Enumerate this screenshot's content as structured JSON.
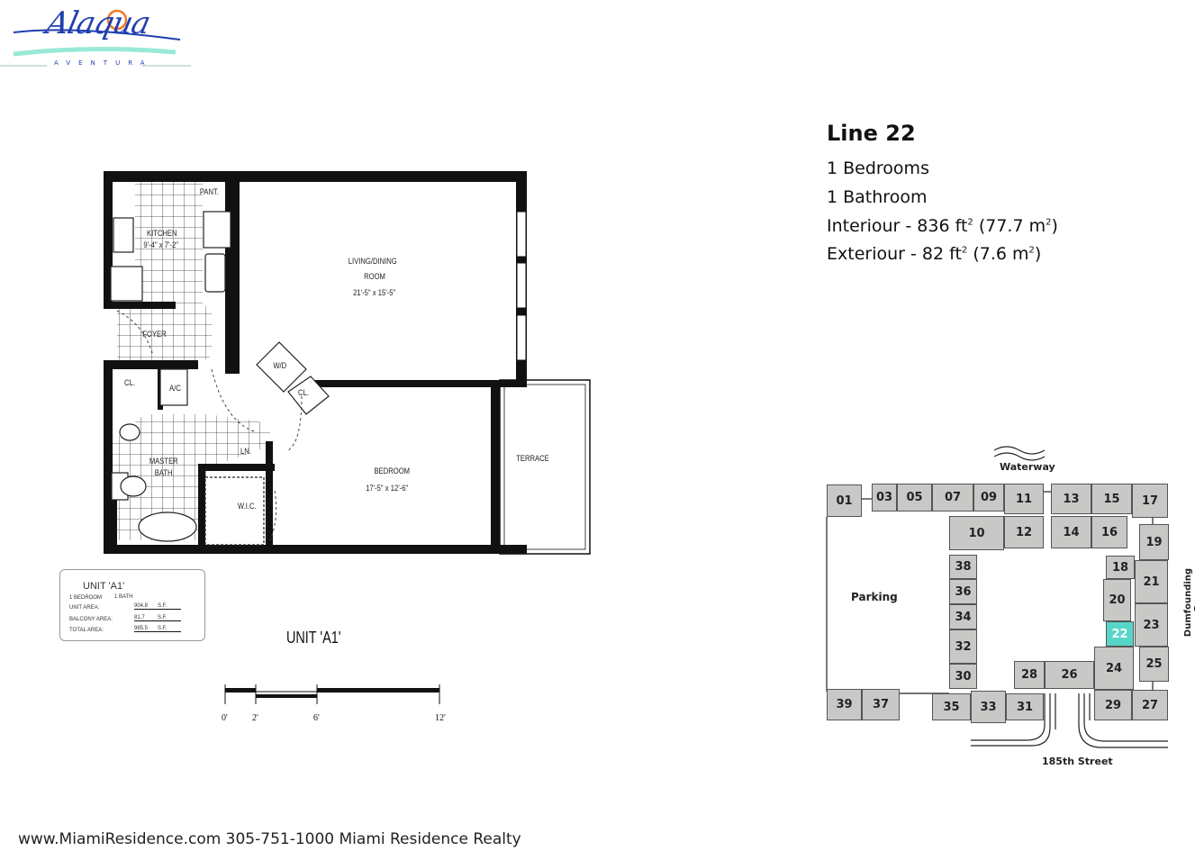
{
  "logo": {
    "name": "Alaqua",
    "subtitle": "AVENTURA"
  },
  "info": {
    "title": "Line 22",
    "bedrooms": "1 Bedrooms",
    "bathrooms": "1 Bathroom",
    "interior_prefix": "Interiour - 836 ft",
    "interior_suffix": " (77.7 m",
    "exterior_prefix": "Exteriour - 82 ft",
    "exterior_suffix": " (7.6 m",
    "sup": "2",
    "close": ")"
  },
  "floorplan": {
    "rooms": {
      "pantry": "PANT.",
      "kitchen": "KITCHEN",
      "kitchen_dim": "9'-4\" x 7'-2\"",
      "living": "LIVING/DINING",
      "living2": "ROOM",
      "living_dim": "21'-5\" x 15'-5\"",
      "foyer": "FOYER",
      "closet1": "CL.",
      "ac": "A/C",
      "wd": "W/D",
      "closet2": "CL.",
      "linen": "LN.",
      "bath": "MASTER",
      "bath2": "BATH",
      "wic": "W.I.C.",
      "bedroom": "BEDROOM",
      "bedroom_dim": "17'-5\" x 12'-6\"",
      "terrace": "TERRACE"
    },
    "unit_table": {
      "title": "UNIT 'A1'",
      "bedroom": "1 BEDROOM",
      "bath": "1 BATH",
      "rows": [
        {
          "label": "UNIT AREA:",
          "value": "904.8",
          "unit": "S.F."
        },
        {
          "label": "BALCONY AREA:",
          "value": "81.7",
          "unit": "S.F."
        },
        {
          "label": "TOTAL AREA:",
          "value": "985.5",
          "unit": "S.F."
        }
      ]
    },
    "unit_title": "UNIT 'A1'",
    "scale_labels": [
      "0'",
      "2'",
      "6'",
      "12'"
    ]
  },
  "sitemap": {
    "waterway": "Waterway",
    "parking": "Parking",
    "bay": "Dumfounding Bay",
    "street": "185th Street",
    "selected": "22",
    "highlight_color": "#56d6c8",
    "units": [
      "01",
      "03",
      "05",
      "07",
      "09",
      "11",
      "13",
      "15",
      "17",
      "10",
      "12",
      "14",
      "16",
      "19",
      "18",
      "21",
      "20",
      "22",
      "23",
      "24",
      "25",
      "38",
      "36",
      "34",
      "32",
      "30",
      "28",
      "26",
      "39",
      "37",
      "35",
      "33",
      "31",
      "29",
      "27"
    ]
  },
  "footer": "www.MiamiResidence.com 305-751-1000 Miami Residence Realty"
}
